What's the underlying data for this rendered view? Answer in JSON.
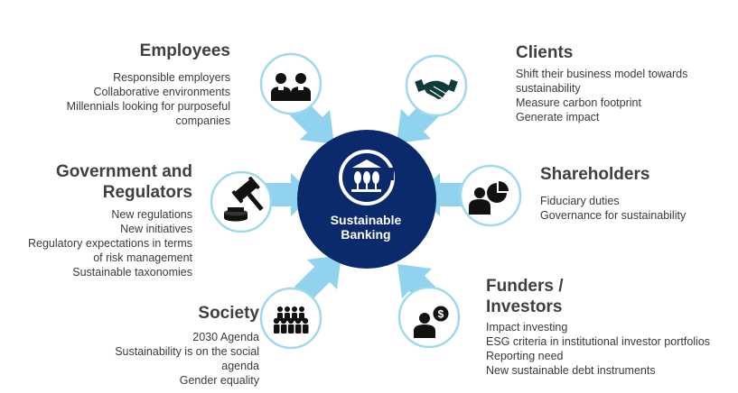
{
  "center": {
    "title_lines": [
      "Sustainable",
      "Banking"
    ]
  },
  "colors": {
    "center_fill": "#0a2a6b",
    "circle_stroke": "#9fd8ef",
    "arrow_fill": "#8fd3ee",
    "icon_fill": "#111111"
  },
  "stakeholders": {
    "employees": {
      "title_lines": [
        "Employees"
      ],
      "items": [
        "Responsible employers",
        "Collaborative environments",
        "Millennials looking for purposeful",
        "companies"
      ],
      "icon": "two-people-icon"
    },
    "government": {
      "title_lines": [
        "Government and",
        "Regulators"
      ],
      "items": [
        "New regulations",
        "New initiatives",
        "Regulatory expectations in terms",
        "of risk management",
        "Sustainable taxonomies"
      ],
      "icon": "gavel-icon"
    },
    "society": {
      "title_lines": [
        "Society"
      ],
      "items": [
        "2030 Agenda",
        "Sustainability is on the social",
        "agenda",
        "Gender equality"
      ],
      "icon": "crowd-icon"
    },
    "clients": {
      "title_lines": [
        "Clients"
      ],
      "items": [
        "Shift their business model towards",
        "sustainability",
        "Measure carbon footprint",
        "Generate impact"
      ],
      "icon": "handshake-icon"
    },
    "shareholders": {
      "title_lines": [
        "Shareholders"
      ],
      "items": [
        "Fiduciary duties",
        "Governance for sustainability"
      ],
      "icon": "person-pie-chart-icon"
    },
    "funders": {
      "title_lines": [
        "Funders /",
        "Investors"
      ],
      "items": [
        "Impact investing",
        "ESG criteria in institutional investor portfolios",
        "Reporting need",
        "New sustainable debt instruments"
      ],
      "icon": "person-dollar-icon"
    }
  }
}
